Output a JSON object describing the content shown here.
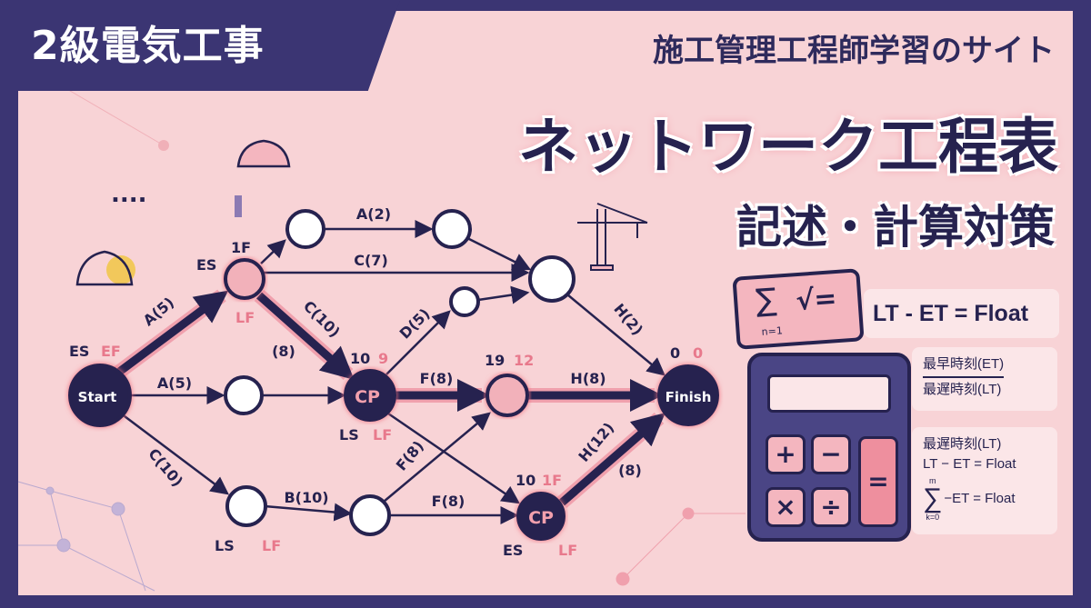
{
  "header": {
    "badge": "2級電気工事",
    "subtitle": "施工管理工程師学習のサイト",
    "title": "ネットワーク工程表",
    "title2": "記述・計算対策"
  },
  "decor": {
    "dots": "...."
  },
  "diagram": {
    "nodes": {
      "start": "Start",
      "finish": "Finish",
      "cp1": "CP",
      "cp2": "CP"
    },
    "edges": {
      "a5_top": "A(5)",
      "a2": "A(2)",
      "c7": "C(7)",
      "c10_mid": "C(10)",
      "paren8_1": "(8)",
      "d5": "D(5)",
      "h2": "H(2)",
      "a5_mid": "A(5)",
      "f8_mid": "F(8)",
      "h8": "H(8)",
      "c10_low": "C(10)",
      "b10": "B(10)",
      "f8_diag": "F(8)",
      "f8_low": "F(8)",
      "h12": "H(12)",
      "paren8_2": "(8)"
    },
    "labels": {
      "start_es": "ES",
      "start_ef": "EF",
      "n1_es": "ES",
      "n1_top": "1F",
      "n1_lf": "LF",
      "cp1_es": "10",
      "cp1_ef": "9",
      "cp1_ls": "LS",
      "cp1_lf": "LF",
      "mid_a": "19",
      "mid_b": "12",
      "fin_a": "0",
      "fin_b": "0",
      "low_ls": "LS",
      "low_lf": "LF",
      "cp2_a": "10",
      "cp2_b": "1F",
      "cp2_es": "ES",
      "cp2_lf": "LF"
    }
  },
  "formulas": {
    "bubble_sigma": "∑",
    "bubble_root": "√=",
    "bubble_index": "n=1",
    "main": "LT - ET = Float",
    "frac_num": "最早時刻(ET)",
    "frac_den": "最遅時刻(LT)",
    "b3_line1": "最遅時刻(LT)",
    "b3_line2": "LT − ET = Float",
    "sum_top": "m",
    "sum_sym": "∑",
    "sum_bottom": "k=0",
    "sum_text": "−ET = Float"
  },
  "calculator": {
    "plus": "+",
    "minus": "−",
    "times": "×",
    "divide": "÷",
    "equals": "="
  },
  "colors": {
    "navy": "#3b3573",
    "dark": "#26224f",
    "pink_bg": "#f8d3d6",
    "accent": "#e8798c"
  }
}
